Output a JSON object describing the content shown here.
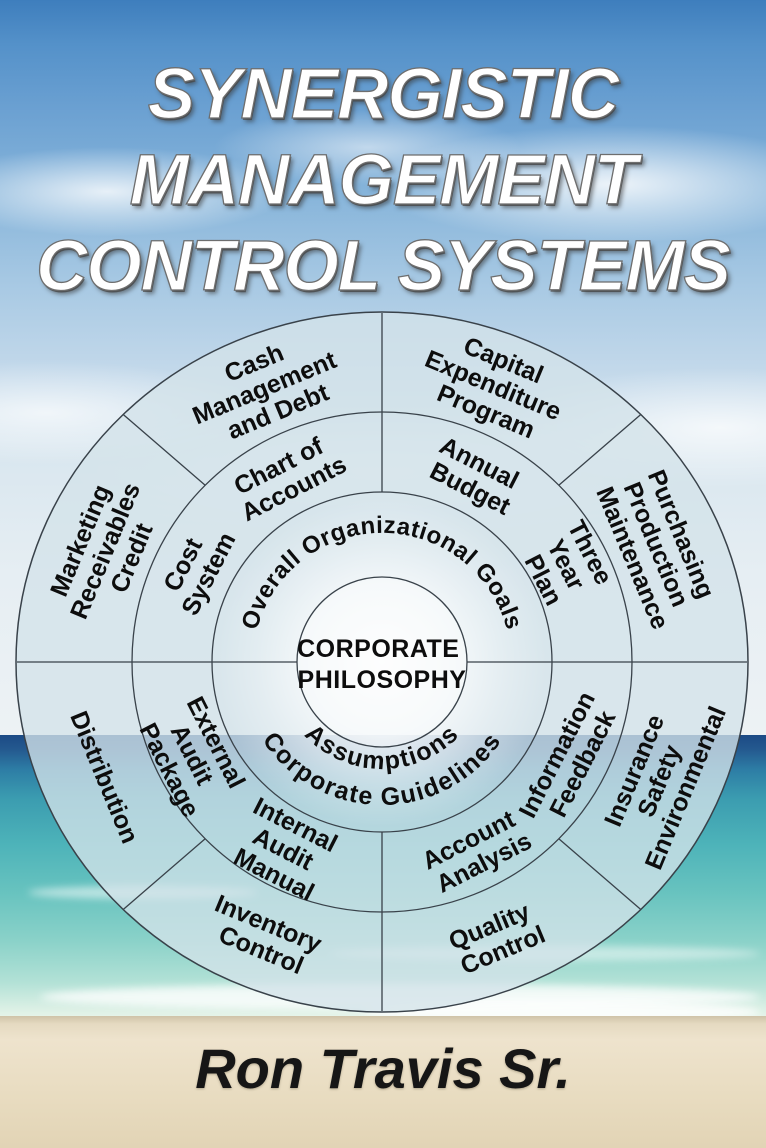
{
  "title": {
    "line1": "SYNERGISTIC",
    "line2": "MANAGEMENT",
    "line3": "CONTROL SYSTEMS"
  },
  "author": "Ron Travis Sr.",
  "wheel": {
    "center": {
      "line1": "CORPORATE",
      "line2": "PHILOSOPHY"
    },
    "inner_ring": {
      "top": "Overall Organizational Goals",
      "bottom_line1": "Corporate Guidelines",
      "bottom_line2": "Assumptions"
    },
    "middle_ring": [
      {
        "id": "chart-of-accounts",
        "lines": [
          "Chart of",
          "Accounts"
        ]
      },
      {
        "id": "annual-budget",
        "lines": [
          "Annual",
          "Budget"
        ]
      },
      {
        "id": "three-year-plan",
        "lines": [
          "Three",
          "Year",
          "Plan"
        ]
      },
      {
        "id": "information-feedback",
        "lines": [
          "Information",
          "Feedback"
        ]
      },
      {
        "id": "account-analysis",
        "lines": [
          "Account",
          "Analysis"
        ]
      },
      {
        "id": "internal-audit-manual",
        "lines": [
          "Internal",
          "Audit",
          "Manual"
        ]
      },
      {
        "id": "external-audit-package",
        "lines": [
          "External",
          "Audit",
          "Package"
        ]
      },
      {
        "id": "cost-system",
        "lines": [
          "Cost",
          "System"
        ]
      }
    ],
    "outer_ring": [
      {
        "id": "cash-management-and-debt",
        "lines": [
          "Cash",
          "Management",
          "and Debt"
        ]
      },
      {
        "id": "capital-expenditure-program",
        "lines": [
          "Capital",
          "Expenditure",
          "Program"
        ]
      },
      {
        "id": "purchasing-production-maintenance",
        "lines": [
          "Purchasing",
          "Production",
          "Maintenance"
        ]
      },
      {
        "id": "insurance-safety-environmental",
        "lines": [
          "Insurance",
          "Safety",
          "Environmental"
        ]
      },
      {
        "id": "quality-control",
        "lines": [
          "Quality",
          "Control"
        ]
      },
      {
        "id": "inventory-control",
        "lines": [
          "Inventory",
          "Control"
        ]
      },
      {
        "id": "distribution",
        "lines": [
          "Distribution"
        ]
      },
      {
        "id": "marketing-receivables-credit",
        "lines": [
          "Marketing",
          "Receivables",
          "Credit"
        ]
      }
    ],
    "colors": {
      "ring_fill": "#d3e3e9",
      "ring_stroke": "#39424a",
      "label_text": "#0d0d0d"
    }
  },
  "background": {
    "sky": "#86b4da",
    "sea_deep": "#24598f",
    "sea_teal": "#4db3b9",
    "sand": "#e9ddc2",
    "title_color": "#ffffff"
  }
}
